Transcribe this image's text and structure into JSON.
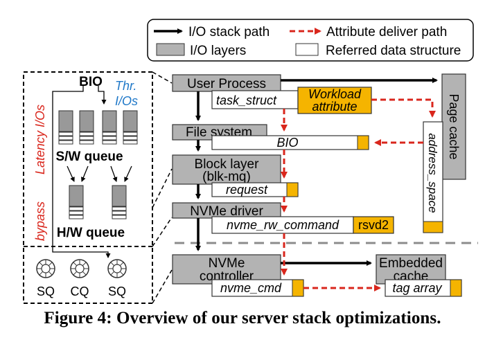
{
  "legend": {
    "io_stack_path": "I/O stack path",
    "attribute_path": "Attribute deliver path",
    "io_layers": "I/O layers",
    "referred_data": "Referred data structure"
  },
  "inset": {
    "bio": "BIO",
    "thr_line1": "Thr.",
    "thr_line2": "I/Os",
    "latency_ios": "Latency I/Os",
    "bypass": "bypass",
    "sw_queue_prefix": "S/W",
    "sw_queue_suffix": "queue",
    "hw_queue_prefix": "H/W",
    "hw_queue_suffix": "queue",
    "sq1": "SQ",
    "cq": "CQ",
    "sq2": "SQ"
  },
  "layers": {
    "user_process": "User Process",
    "task_struct": "task_struct",
    "workload_line1": "Workload",
    "workload_line2": "attribute",
    "file_system": "File system",
    "bio": "BIO",
    "block_layer_line1": "Block layer",
    "block_layer_line2": "(blk-mq)",
    "request": "request",
    "nvme_driver": "NVMe driver",
    "nvme_rw_command": "nvme_rw_command",
    "rsvd2": "rsvd2",
    "nvme_controller_line1": "NVMe",
    "nvme_controller_line2": "controller",
    "nvme_cmd": "nvme_cmd",
    "embedded_line1": "Embedded",
    "embedded_line2": "cache",
    "tag_array": "tag array",
    "page_cache": "Page cache",
    "address_space": "address_space"
  },
  "colors": {
    "layer_gray": "#b3b3b3",
    "attribute_orange": "#f5b400",
    "path_red": "#d9261c",
    "divider_gray": "#8c8c8c",
    "queue_gray": "#999999"
  },
  "caption": "Figure 4: Overview of our server stack optimizations."
}
